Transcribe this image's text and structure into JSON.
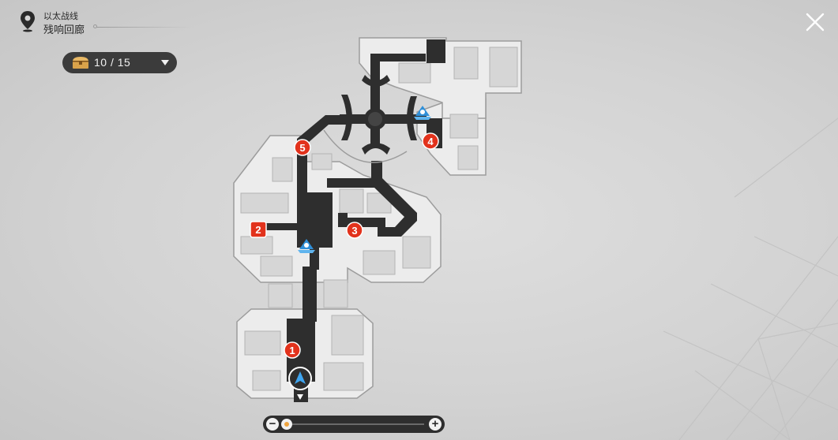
{
  "header": {
    "region": "以太战线",
    "area": "残响回廊"
  },
  "chest": {
    "count": "10 / 15"
  },
  "markers": [
    {
      "label": "1",
      "color": "#e2321c"
    },
    {
      "label": "2",
      "color": "#e2321c"
    },
    {
      "label": "3",
      "color": "#e2321c"
    },
    {
      "label": "4",
      "color": "#e2321c"
    },
    {
      "label": "5",
      "color": "#e2321c"
    }
  ],
  "icons": {
    "location": "location-pin-icon",
    "chest": "treasure-chest-icon",
    "close": "close-icon",
    "anchor": "space-anchor-icon",
    "player": "player-arrow-icon",
    "zoom_out": "minus-icon",
    "zoom_in": "plus-icon"
  },
  "zoom": {
    "level": 0.0,
    "minus": "−",
    "plus": "+"
  },
  "colors": {
    "corridor": "#2e2e2e",
    "building": "#eeeeee",
    "marker": "#e2321c",
    "anchor": "#2f8fd8",
    "slider_thumb": "#f0a540"
  }
}
